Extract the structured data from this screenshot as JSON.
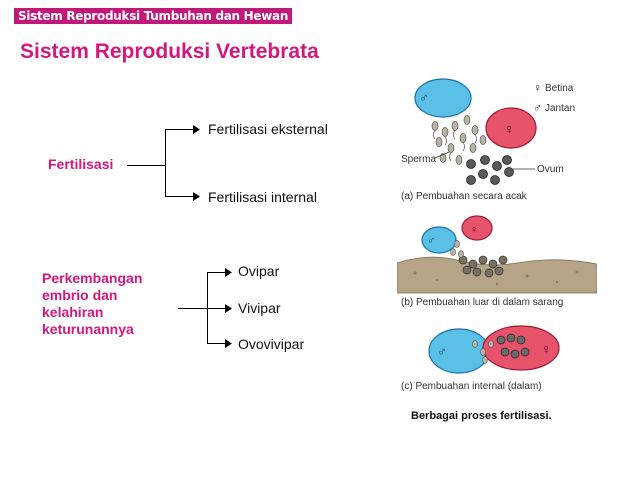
{
  "header": {
    "tag": "Sistem Reproduksi Tumbuhan dan Hewan"
  },
  "title": "Sistem Reproduksi Vertebrata",
  "tree1": {
    "root": "Fertilisasi",
    "children": [
      "Fertilisasi eksternal",
      "Fertilisasi internal"
    ]
  },
  "tree2": {
    "root_lines": [
      "Perkembangan",
      "embrio dan",
      "kelahiran",
      "keturunannya"
    ],
    "children": [
      "Ovipar",
      "Vivipar",
      "Ovovivipar"
    ]
  },
  "figure": {
    "legend": {
      "female": "Betina",
      "male": "Jantan"
    },
    "labels": {
      "sperm": "Sperma",
      "ovum": "Ovum"
    },
    "captions": [
      "(a) Pembuahan secara acak",
      "(b) Pembuahan luar di dalam sarang",
      "(c) Pembuahan internal (dalam)"
    ],
    "caption_main": "Berbagai proses fertilisasi."
  },
  "colors": {
    "accent": "#d6167f",
    "male": "#5bc0e8",
    "female": "#e8536c"
  }
}
